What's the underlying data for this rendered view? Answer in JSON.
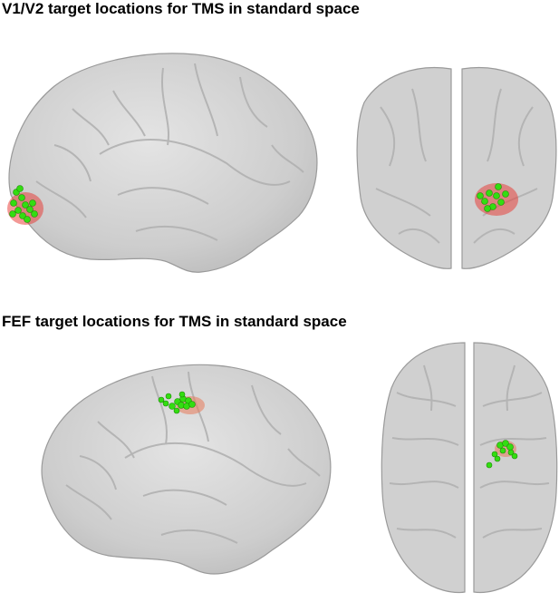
{
  "panels": [
    {
      "title": "V1/V2 target locations for TMS in standard space",
      "views": [
        {
          "view": "lateral",
          "target": "V1/V2",
          "hotspot_color": "#e8342e",
          "point_color": "#33dd11"
        },
        {
          "view": "posterior",
          "target": "V1/V2",
          "hotspot_color": "#e8342e",
          "point_color": "#33dd11"
        }
      ]
    },
    {
      "title": "FEF target locations for TMS in standard space",
      "views": [
        {
          "view": "lateral",
          "target": "FEF",
          "hotspot_color": "#e87a5a",
          "point_color": "#33dd11"
        },
        {
          "view": "superior",
          "target": "FEF",
          "hotspot_color": "#e87a5a",
          "point_color": "#33dd11"
        }
      ]
    }
  ],
  "colors": {
    "brain_fill": "#cfcfcf",
    "brain_stroke": "#9a9a9a",
    "sulcus": "#b5b5b5"
  }
}
